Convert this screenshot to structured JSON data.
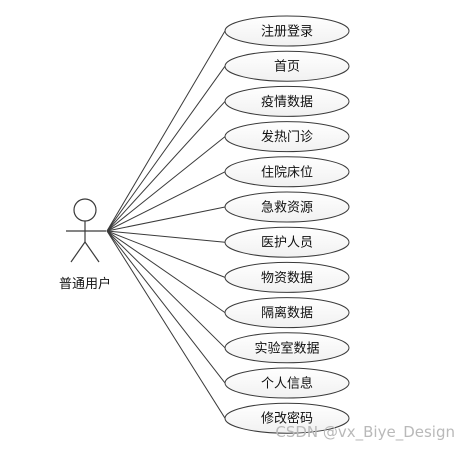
{
  "actor": {
    "label": "普通用户"
  },
  "use_cases": [
    "注册登录",
    "首页",
    "疫情数据",
    "发热门诊",
    "住院床位",
    "急救资源",
    "医护人员",
    "物资数据",
    "隔离数据",
    "实验室数据",
    "个人信息",
    "修改密码"
  ],
  "watermark": "CSDN @vx_Biye_Design"
}
